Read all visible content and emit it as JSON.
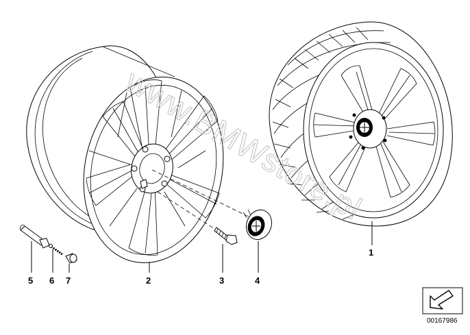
{
  "diagram": {
    "callouts": [
      "1",
      "2",
      "3",
      "4",
      "5",
      "6",
      "7"
    ],
    "watermark": "www.BMWstore.pl",
    "document_number": "00167986",
    "icons": {
      "wheel_rim": "alloy-rim-drawing",
      "complete_wheel": "tire-and-rim-drawing",
      "nav_arrow": "arrow-down-left-icon"
    }
  }
}
